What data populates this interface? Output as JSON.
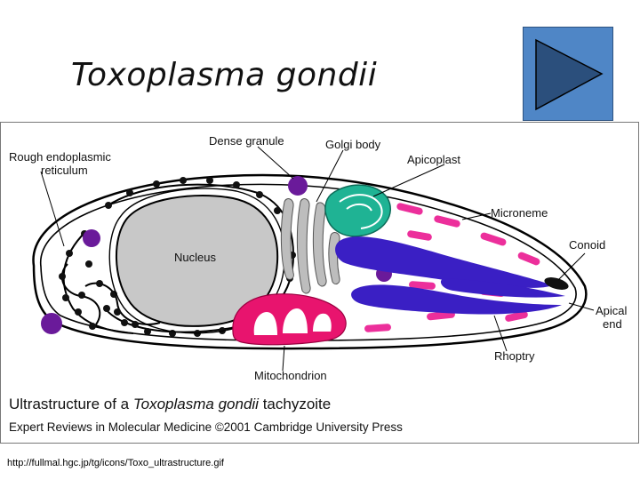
{
  "slide": {
    "title": "Toxoplasma gondii",
    "url": "http://fullmal.hgc.jp/tg/icons/Toxo_ultrastructure.gif"
  },
  "nav": {
    "icon": "play-triangle-icon"
  },
  "diagram": {
    "labels": {
      "rough_er_line1": "Rough endoplasmic",
      "rough_er_line2": "reticulum",
      "dense_granule": "Dense granule",
      "golgi_body": "Golgi body",
      "apicoplast": "Apicoplast",
      "microneme": "Microneme",
      "conoid": "Conoid",
      "apical_end_line1": "Apical",
      "apical_end_line2": "end",
      "nucleus": "Nucleus",
      "rhoptry": "Rhoptry",
      "mitochondrion": "Mitochondrion"
    },
    "caption": {
      "prefix": "Ultrastructure of a ",
      "species": "Toxoplasma gondii",
      "suffix": " tachyzoite",
      "credit": "Expert Reviews in Molecular Medicine ©2001 Cambridge University Press"
    },
    "colors": {
      "nucleus": "#c8c8c8",
      "golgi": "#bdbdbd",
      "apicoplast": "#1fb394",
      "microneme": "#ec2f9b",
      "rhoptry": "#3a1fc4",
      "dense_granule": "#6a1a9a",
      "mitochondrion": "#e8146e",
      "button": "#4f86c6"
    }
  }
}
